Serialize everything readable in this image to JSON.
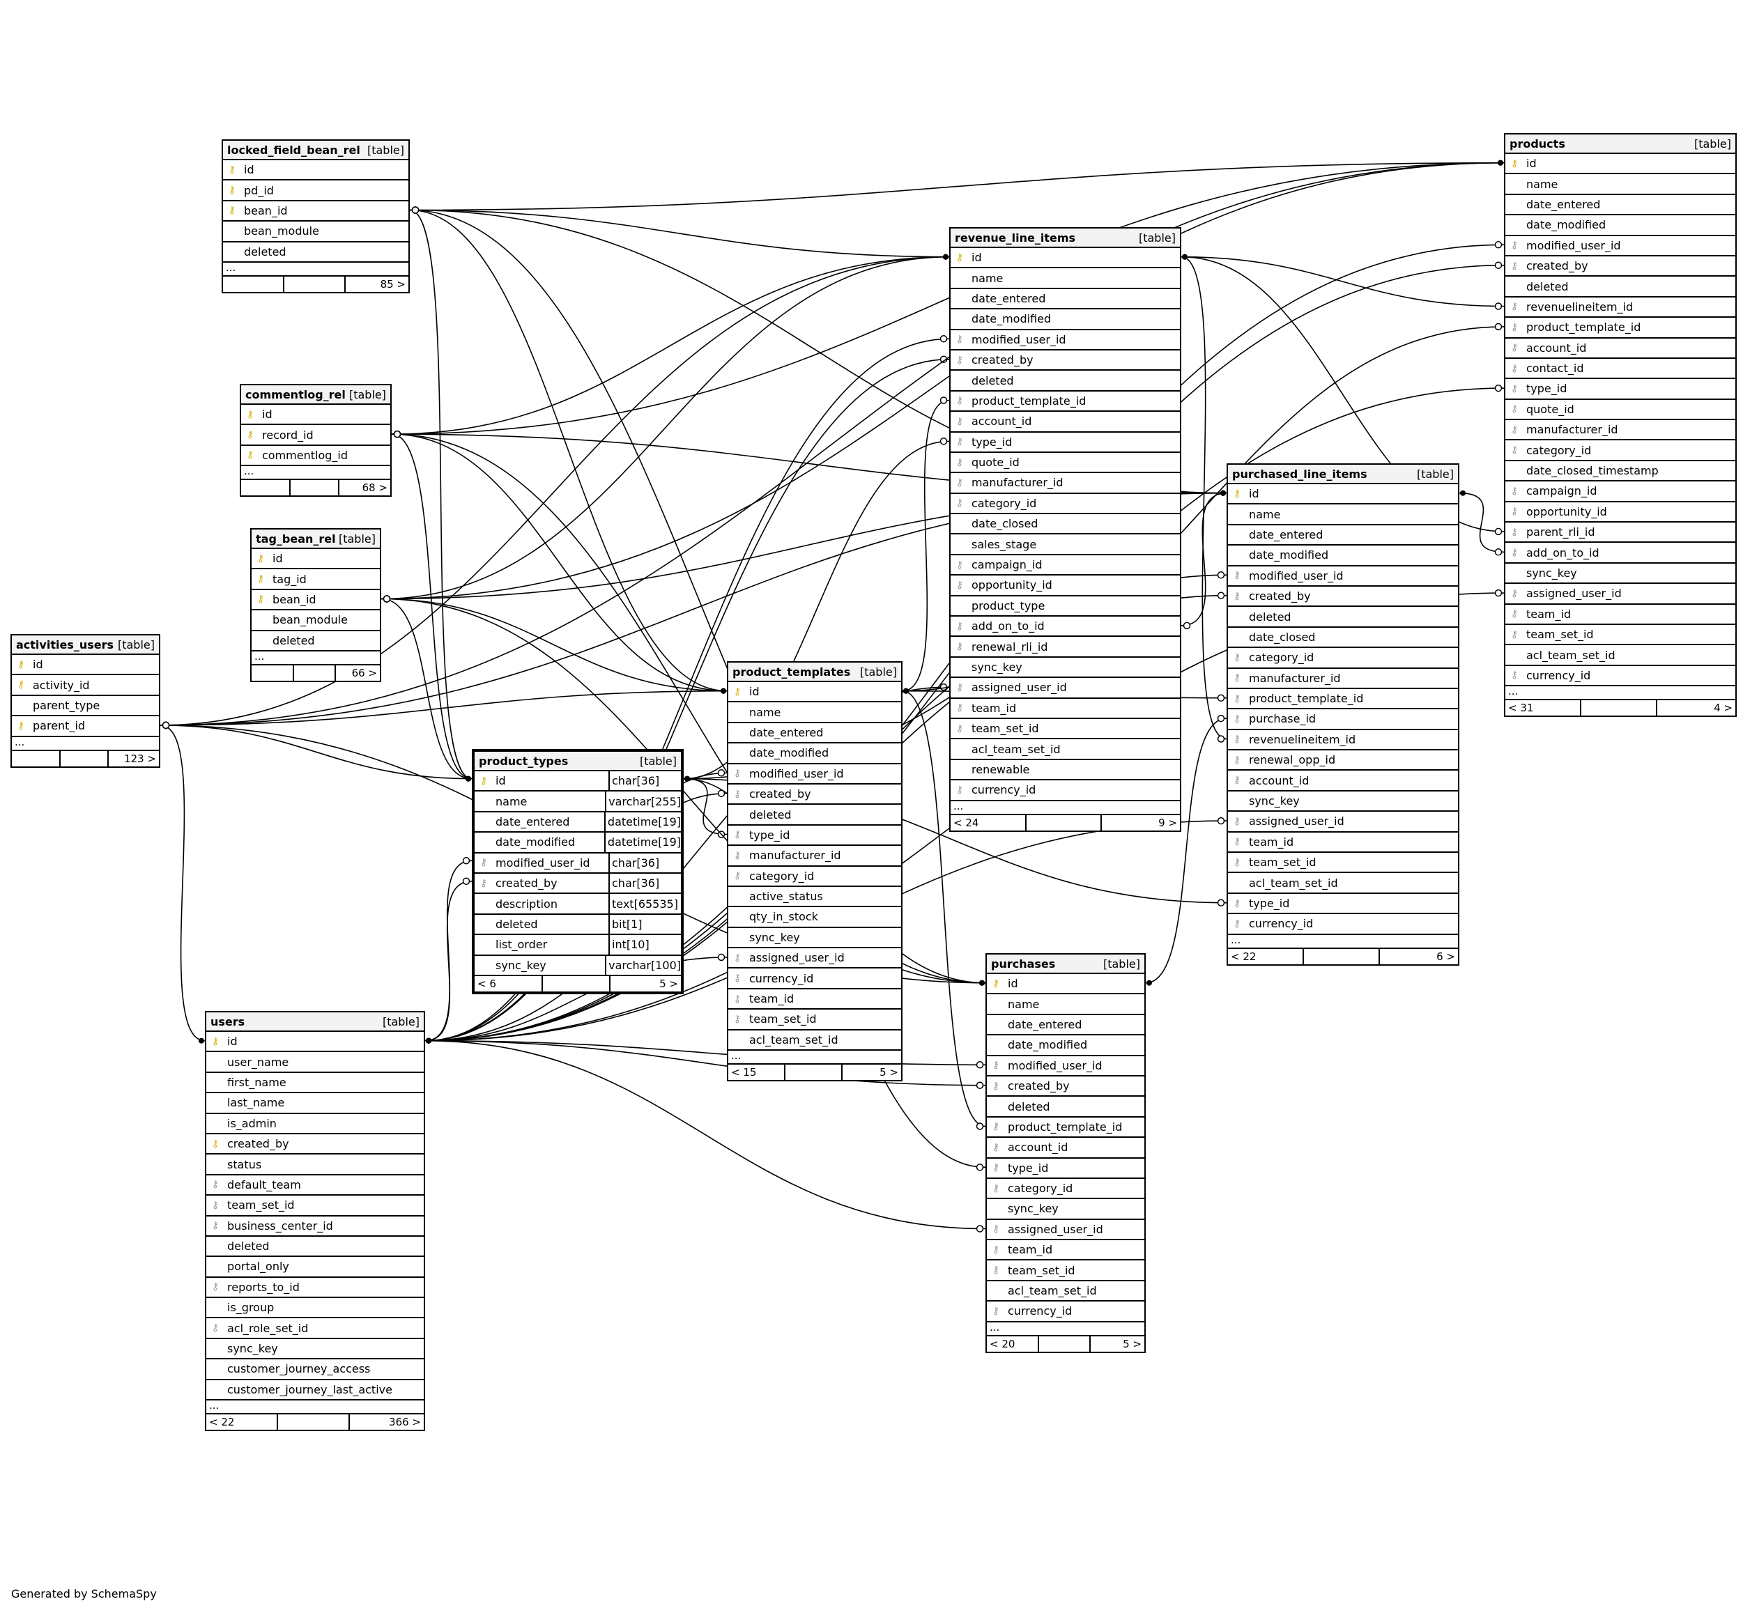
{
  "credit": "Generated by SchemaSpy",
  "table_tag": "[table]",
  "tables": [
    {
      "key": "locked_field_bean_rel",
      "title": "locked_field_bean_rel",
      "columns": [
        {
          "n": "id",
          "k": "pk"
        },
        {
          "n": "pd_id",
          "k": "pk"
        },
        {
          "n": "bean_id",
          "k": "pk"
        },
        {
          "n": "bean_module",
          "k": ""
        },
        {
          "n": "deleted",
          "k": ""
        }
      ],
      "more": "...",
      "footer": [
        "",
        "",
        "85 >"
      ]
    },
    {
      "key": "commentlog_rel",
      "title": "commentlog_rel",
      "columns": [
        {
          "n": "id",
          "k": "pk"
        },
        {
          "n": "record_id",
          "k": "pk"
        },
        {
          "n": "commentlog_id",
          "k": "pk"
        }
      ],
      "more": "...",
      "footer": [
        "",
        "",
        "68 >"
      ]
    },
    {
      "key": "tag_bean_rel",
      "title": "tag_bean_rel",
      "columns": [
        {
          "n": "id",
          "k": "pk"
        },
        {
          "n": "tag_id",
          "k": "pk"
        },
        {
          "n": "bean_id",
          "k": "pk"
        },
        {
          "n": "bean_module",
          "k": ""
        },
        {
          "n": "deleted",
          "k": ""
        }
      ],
      "more": "...",
      "footer": [
        "",
        "",
        "66 >"
      ]
    },
    {
      "key": "activities_users",
      "title": "activities_users",
      "columns": [
        {
          "n": "id",
          "k": "pk"
        },
        {
          "n": "activity_id",
          "k": "pk"
        },
        {
          "n": "parent_type",
          "k": ""
        },
        {
          "n": "parent_id",
          "k": "pk"
        }
      ],
      "more": "...",
      "footer": [
        "",
        "",
        "123 >"
      ]
    },
    {
      "key": "users",
      "title": "users",
      "columns": [
        {
          "n": "id",
          "k": "pk"
        },
        {
          "n": "user_name",
          "k": ""
        },
        {
          "n": "first_name",
          "k": ""
        },
        {
          "n": "last_name",
          "k": ""
        },
        {
          "n": "is_admin",
          "k": ""
        },
        {
          "n": "created_by",
          "k": "pk"
        },
        {
          "n": "status",
          "k": ""
        },
        {
          "n": "default_team",
          "k": "fk"
        },
        {
          "n": "team_set_id",
          "k": "fk"
        },
        {
          "n": "business_center_id",
          "k": "fk"
        },
        {
          "n": "deleted",
          "k": ""
        },
        {
          "n": "portal_only",
          "k": ""
        },
        {
          "n": "reports_to_id",
          "k": "fk"
        },
        {
          "n": "is_group",
          "k": ""
        },
        {
          "n": "acl_role_set_id",
          "k": "fk"
        },
        {
          "n": "sync_key",
          "k": ""
        },
        {
          "n": "customer_journey_access",
          "k": ""
        },
        {
          "n": "customer_journey_last_active",
          "k": ""
        }
      ],
      "more": "...",
      "footer": [
        "< 22",
        "",
        "366 >"
      ]
    },
    {
      "key": "product_types",
      "title": "product_types",
      "focus": true,
      "columns": [
        {
          "n": "id",
          "k": "pk",
          "t": "char[36]"
        },
        {
          "n": "name",
          "k": "",
          "t": "varchar[255]"
        },
        {
          "n": "date_entered",
          "k": "",
          "t": "datetime[19]"
        },
        {
          "n": "date_modified",
          "k": "",
          "t": "datetime[19]"
        },
        {
          "n": "modified_user_id",
          "k": "fk",
          "t": "char[36]"
        },
        {
          "n": "created_by",
          "k": "fk",
          "t": "char[36]"
        },
        {
          "n": "description",
          "k": "",
          "t": "text[65535]"
        },
        {
          "n": "deleted",
          "k": "",
          "t": "bit[1]"
        },
        {
          "n": "list_order",
          "k": "",
          "t": "int[10]"
        },
        {
          "n": "sync_key",
          "k": "",
          "t": "varchar[100]"
        }
      ],
      "more": "",
      "footer": [
        "< 6",
        "",
        "5 >"
      ]
    },
    {
      "key": "product_templates",
      "title": "product_templates",
      "columns": [
        {
          "n": "id",
          "k": "pk"
        },
        {
          "n": "name",
          "k": ""
        },
        {
          "n": "date_entered",
          "k": ""
        },
        {
          "n": "date_modified",
          "k": ""
        },
        {
          "n": "modified_user_id",
          "k": "fk"
        },
        {
          "n": "created_by",
          "k": "fk"
        },
        {
          "n": "deleted",
          "k": ""
        },
        {
          "n": "type_id",
          "k": "fk"
        },
        {
          "n": "manufacturer_id",
          "k": "fk"
        },
        {
          "n": "category_id",
          "k": "fk"
        },
        {
          "n": "active_status",
          "k": ""
        },
        {
          "n": "qty_in_stock",
          "k": ""
        },
        {
          "n": "sync_key",
          "k": ""
        },
        {
          "n": "assigned_user_id",
          "k": "fk"
        },
        {
          "n": "currency_id",
          "k": "fk"
        },
        {
          "n": "team_id",
          "k": "fk"
        },
        {
          "n": "team_set_id",
          "k": "fk"
        },
        {
          "n": "acl_team_set_id",
          "k": ""
        }
      ],
      "more": "...",
      "footer": [
        "< 15",
        "",
        "5 >"
      ]
    },
    {
      "key": "revenue_line_items",
      "title": "revenue_line_items",
      "columns": [
        {
          "n": "id",
          "k": "pk"
        },
        {
          "n": "name",
          "k": ""
        },
        {
          "n": "date_entered",
          "k": ""
        },
        {
          "n": "date_modified",
          "k": ""
        },
        {
          "n": "modified_user_id",
          "k": "fk"
        },
        {
          "n": "created_by",
          "k": "fk"
        },
        {
          "n": "deleted",
          "k": ""
        },
        {
          "n": "product_template_id",
          "k": "fk"
        },
        {
          "n": "account_id",
          "k": "fk"
        },
        {
          "n": "type_id",
          "k": "fk"
        },
        {
          "n": "quote_id",
          "k": "fk"
        },
        {
          "n": "manufacturer_id",
          "k": "fk"
        },
        {
          "n": "category_id",
          "k": "fk"
        },
        {
          "n": "date_closed",
          "k": ""
        },
        {
          "n": "sales_stage",
          "k": ""
        },
        {
          "n": "campaign_id",
          "k": "fk"
        },
        {
          "n": "opportunity_id",
          "k": "fk"
        },
        {
          "n": "product_type",
          "k": ""
        },
        {
          "n": "add_on_to_id",
          "k": "fk"
        },
        {
          "n": "renewal_rli_id",
          "k": "fk"
        },
        {
          "n": "sync_key",
          "k": ""
        },
        {
          "n": "assigned_user_id",
          "k": "fk"
        },
        {
          "n": "team_id",
          "k": "fk"
        },
        {
          "n": "team_set_id",
          "k": "fk"
        },
        {
          "n": "acl_team_set_id",
          "k": ""
        },
        {
          "n": "renewable",
          "k": ""
        },
        {
          "n": "currency_id",
          "k": "fk"
        }
      ],
      "more": "...",
      "footer": [
        "< 24",
        "",
        "9 >"
      ]
    },
    {
      "key": "purchases",
      "title": "purchases",
      "columns": [
        {
          "n": "id",
          "k": "pk"
        },
        {
          "n": "name",
          "k": ""
        },
        {
          "n": "date_entered",
          "k": ""
        },
        {
          "n": "date_modified",
          "k": ""
        },
        {
          "n": "modified_user_id",
          "k": "fk"
        },
        {
          "n": "created_by",
          "k": "fk"
        },
        {
          "n": "deleted",
          "k": ""
        },
        {
          "n": "product_template_id",
          "k": "fk"
        },
        {
          "n": "account_id",
          "k": "fk"
        },
        {
          "n": "type_id",
          "k": "fk"
        },
        {
          "n": "category_id",
          "k": "fk"
        },
        {
          "n": "sync_key",
          "k": ""
        },
        {
          "n": "assigned_user_id",
          "k": "fk"
        },
        {
          "n": "team_id",
          "k": "fk"
        },
        {
          "n": "team_set_id",
          "k": "fk"
        },
        {
          "n": "acl_team_set_id",
          "k": ""
        },
        {
          "n": "currency_id",
          "k": "fk"
        }
      ],
      "more": "...",
      "footer": [
        "< 20",
        "",
        "5 >"
      ]
    },
    {
      "key": "purchased_line_items",
      "title": "purchased_line_items",
      "columns": [
        {
          "n": "id",
          "k": "pk"
        },
        {
          "n": "name",
          "k": ""
        },
        {
          "n": "date_entered",
          "k": ""
        },
        {
          "n": "date_modified",
          "k": ""
        },
        {
          "n": "modified_user_id",
          "k": "fk"
        },
        {
          "n": "created_by",
          "k": "fk"
        },
        {
          "n": "deleted",
          "k": ""
        },
        {
          "n": "date_closed",
          "k": ""
        },
        {
          "n": "category_id",
          "k": "fk"
        },
        {
          "n": "manufacturer_id",
          "k": "fk"
        },
        {
          "n": "product_template_id",
          "k": "fk"
        },
        {
          "n": "purchase_id",
          "k": "fk"
        },
        {
          "n": "revenuelineitem_id",
          "k": "fk"
        },
        {
          "n": "renewal_opp_id",
          "k": "fk"
        },
        {
          "n": "account_id",
          "k": "fk"
        },
        {
          "n": "sync_key",
          "k": ""
        },
        {
          "n": "assigned_user_id",
          "k": "fk"
        },
        {
          "n": "team_id",
          "k": "fk"
        },
        {
          "n": "team_set_id",
          "k": "fk"
        },
        {
          "n": "acl_team_set_id",
          "k": ""
        },
        {
          "n": "type_id",
          "k": "fk"
        },
        {
          "n": "currency_id",
          "k": "fk"
        }
      ],
      "more": "...",
      "footer": [
        "< 22",
        "",
        "6 >"
      ]
    },
    {
      "key": "products",
      "title": "products",
      "columns": [
        {
          "n": "id",
          "k": "pk"
        },
        {
          "n": "name",
          "k": ""
        },
        {
          "n": "date_entered",
          "k": ""
        },
        {
          "n": "date_modified",
          "k": ""
        },
        {
          "n": "modified_user_id",
          "k": "fk"
        },
        {
          "n": "created_by",
          "k": "fk"
        },
        {
          "n": "deleted",
          "k": ""
        },
        {
          "n": "revenuelineitem_id",
          "k": "fk"
        },
        {
          "n": "product_template_id",
          "k": "fk"
        },
        {
          "n": "account_id",
          "k": "fk"
        },
        {
          "n": "contact_id",
          "k": "fk"
        },
        {
          "n": "type_id",
          "k": "fk"
        },
        {
          "n": "quote_id",
          "k": "fk"
        },
        {
          "n": "manufacturer_id",
          "k": "fk"
        },
        {
          "n": "category_id",
          "k": "fk"
        },
        {
          "n": "date_closed_timestamp",
          "k": ""
        },
        {
          "n": "campaign_id",
          "k": "fk"
        },
        {
          "n": "opportunity_id",
          "k": "fk"
        },
        {
          "n": "parent_rli_id",
          "k": "fk"
        },
        {
          "n": "add_on_to_id",
          "k": "fk"
        },
        {
          "n": "sync_key",
          "k": ""
        },
        {
          "n": "assigned_user_id",
          "k": "fk"
        },
        {
          "n": "team_id",
          "k": "fk"
        },
        {
          "n": "team_set_id",
          "k": "fk"
        },
        {
          "n": "acl_team_set_id",
          "k": ""
        },
        {
          "n": "currency_id",
          "k": "fk"
        }
      ],
      "more": "...",
      "footer": [
        "< 31",
        "",
        "4 >"
      ]
    }
  ],
  "relations": [
    [
      "product_types.modified_user_id",
      "users.id"
    ],
    [
      "product_types.created_by",
      "users.id"
    ],
    [
      "product_templates.modified_user_id",
      "users.id"
    ],
    [
      "product_templates.created_by",
      "users.id"
    ],
    [
      "product_templates.type_id",
      "product_types.id"
    ],
    [
      "product_templates.assigned_user_id",
      "users.id"
    ],
    [
      "revenue_line_items.modified_user_id",
      "users.id"
    ],
    [
      "revenue_line_items.created_by",
      "users.id"
    ],
    [
      "revenue_line_items.product_template_id",
      "product_templates.id"
    ],
    [
      "revenue_line_items.type_id",
      "product_types.id"
    ],
    [
      "revenue_line_items.add_on_to_id",
      "purchased_line_items.id"
    ],
    [
      "revenue_line_items.assigned_user_id",
      "users.id"
    ],
    [
      "purchases.modified_user_id",
      "users.id"
    ],
    [
      "purchases.created_by",
      "users.id"
    ],
    [
      "purchases.product_template_id",
      "product_templates.id"
    ],
    [
      "purchases.type_id",
      "product_types.id"
    ],
    [
      "purchases.assigned_user_id",
      "users.id"
    ],
    [
      "purchased_line_items.modified_user_id",
      "users.id"
    ],
    [
      "purchased_line_items.created_by",
      "users.id"
    ],
    [
      "purchased_line_items.product_template_id",
      "product_templates.id"
    ],
    [
      "purchased_line_items.purchase_id",
      "purchases.id"
    ],
    [
      "purchased_line_items.revenuelineitem_id",
      "revenue_line_items.id"
    ],
    [
      "purchased_line_items.assigned_user_id",
      "users.id"
    ],
    [
      "purchased_line_items.type_id",
      "product_types.id"
    ],
    [
      "products.modified_user_id",
      "users.id"
    ],
    [
      "products.created_by",
      "users.id"
    ],
    [
      "products.revenuelineitem_id",
      "revenue_line_items.id"
    ],
    [
      "products.product_template_id",
      "product_templates.id"
    ],
    [
      "products.type_id",
      "product_types.id"
    ],
    [
      "products.parent_rli_id",
      "revenue_line_items.id"
    ],
    [
      "products.add_on_to_id",
      "purchased_line_items.id"
    ],
    [
      "products.assigned_user_id",
      "users.id"
    ],
    [
      "locked_field_bean_rel.bean_id",
      "products.id"
    ],
    [
      "locked_field_bean_rel.bean_id",
      "revenue_line_items.id"
    ],
    [
      "locked_field_bean_rel.bean_id",
      "purchased_line_items.id"
    ],
    [
      "locked_field_bean_rel.bean_id",
      "purchases.id"
    ],
    [
      "locked_field_bean_rel.bean_id",
      "product_types.id"
    ],
    [
      "locked_field_bean_rel.bean_id",
      "product_templates.id"
    ],
    [
      "commentlog_rel.record_id",
      "products.id"
    ],
    [
      "commentlog_rel.record_id",
      "revenue_line_items.id"
    ],
    [
      "commentlog_rel.record_id",
      "purchased_line_items.id"
    ],
    [
      "commentlog_rel.record_id",
      "purchases.id"
    ],
    [
      "commentlog_rel.record_id",
      "product_types.id"
    ],
    [
      "commentlog_rel.record_id",
      "product_templates.id"
    ],
    [
      "tag_bean_rel.bean_id",
      "products.id"
    ],
    [
      "tag_bean_rel.bean_id",
      "revenue_line_items.id"
    ],
    [
      "tag_bean_rel.bean_id",
      "purchased_line_items.id"
    ],
    [
      "tag_bean_rel.bean_id",
      "purchases.id"
    ],
    [
      "tag_bean_rel.bean_id",
      "product_types.id"
    ],
    [
      "tag_bean_rel.bean_id",
      "product_templates.id"
    ],
    [
      "activities_users.parent_id",
      "users.id"
    ],
    [
      "activities_users.parent_id",
      "products.id"
    ],
    [
      "activities_users.parent_id",
      "revenue_line_items.id"
    ],
    [
      "activities_users.parent_id",
      "purchased_line_items.id"
    ],
    [
      "activities_users.parent_id",
      "purchases.id"
    ],
    [
      "activities_users.parent_id",
      "product_types.id"
    ],
    [
      "activities_users.parent_id",
      "product_templates.id"
    ]
  ]
}
